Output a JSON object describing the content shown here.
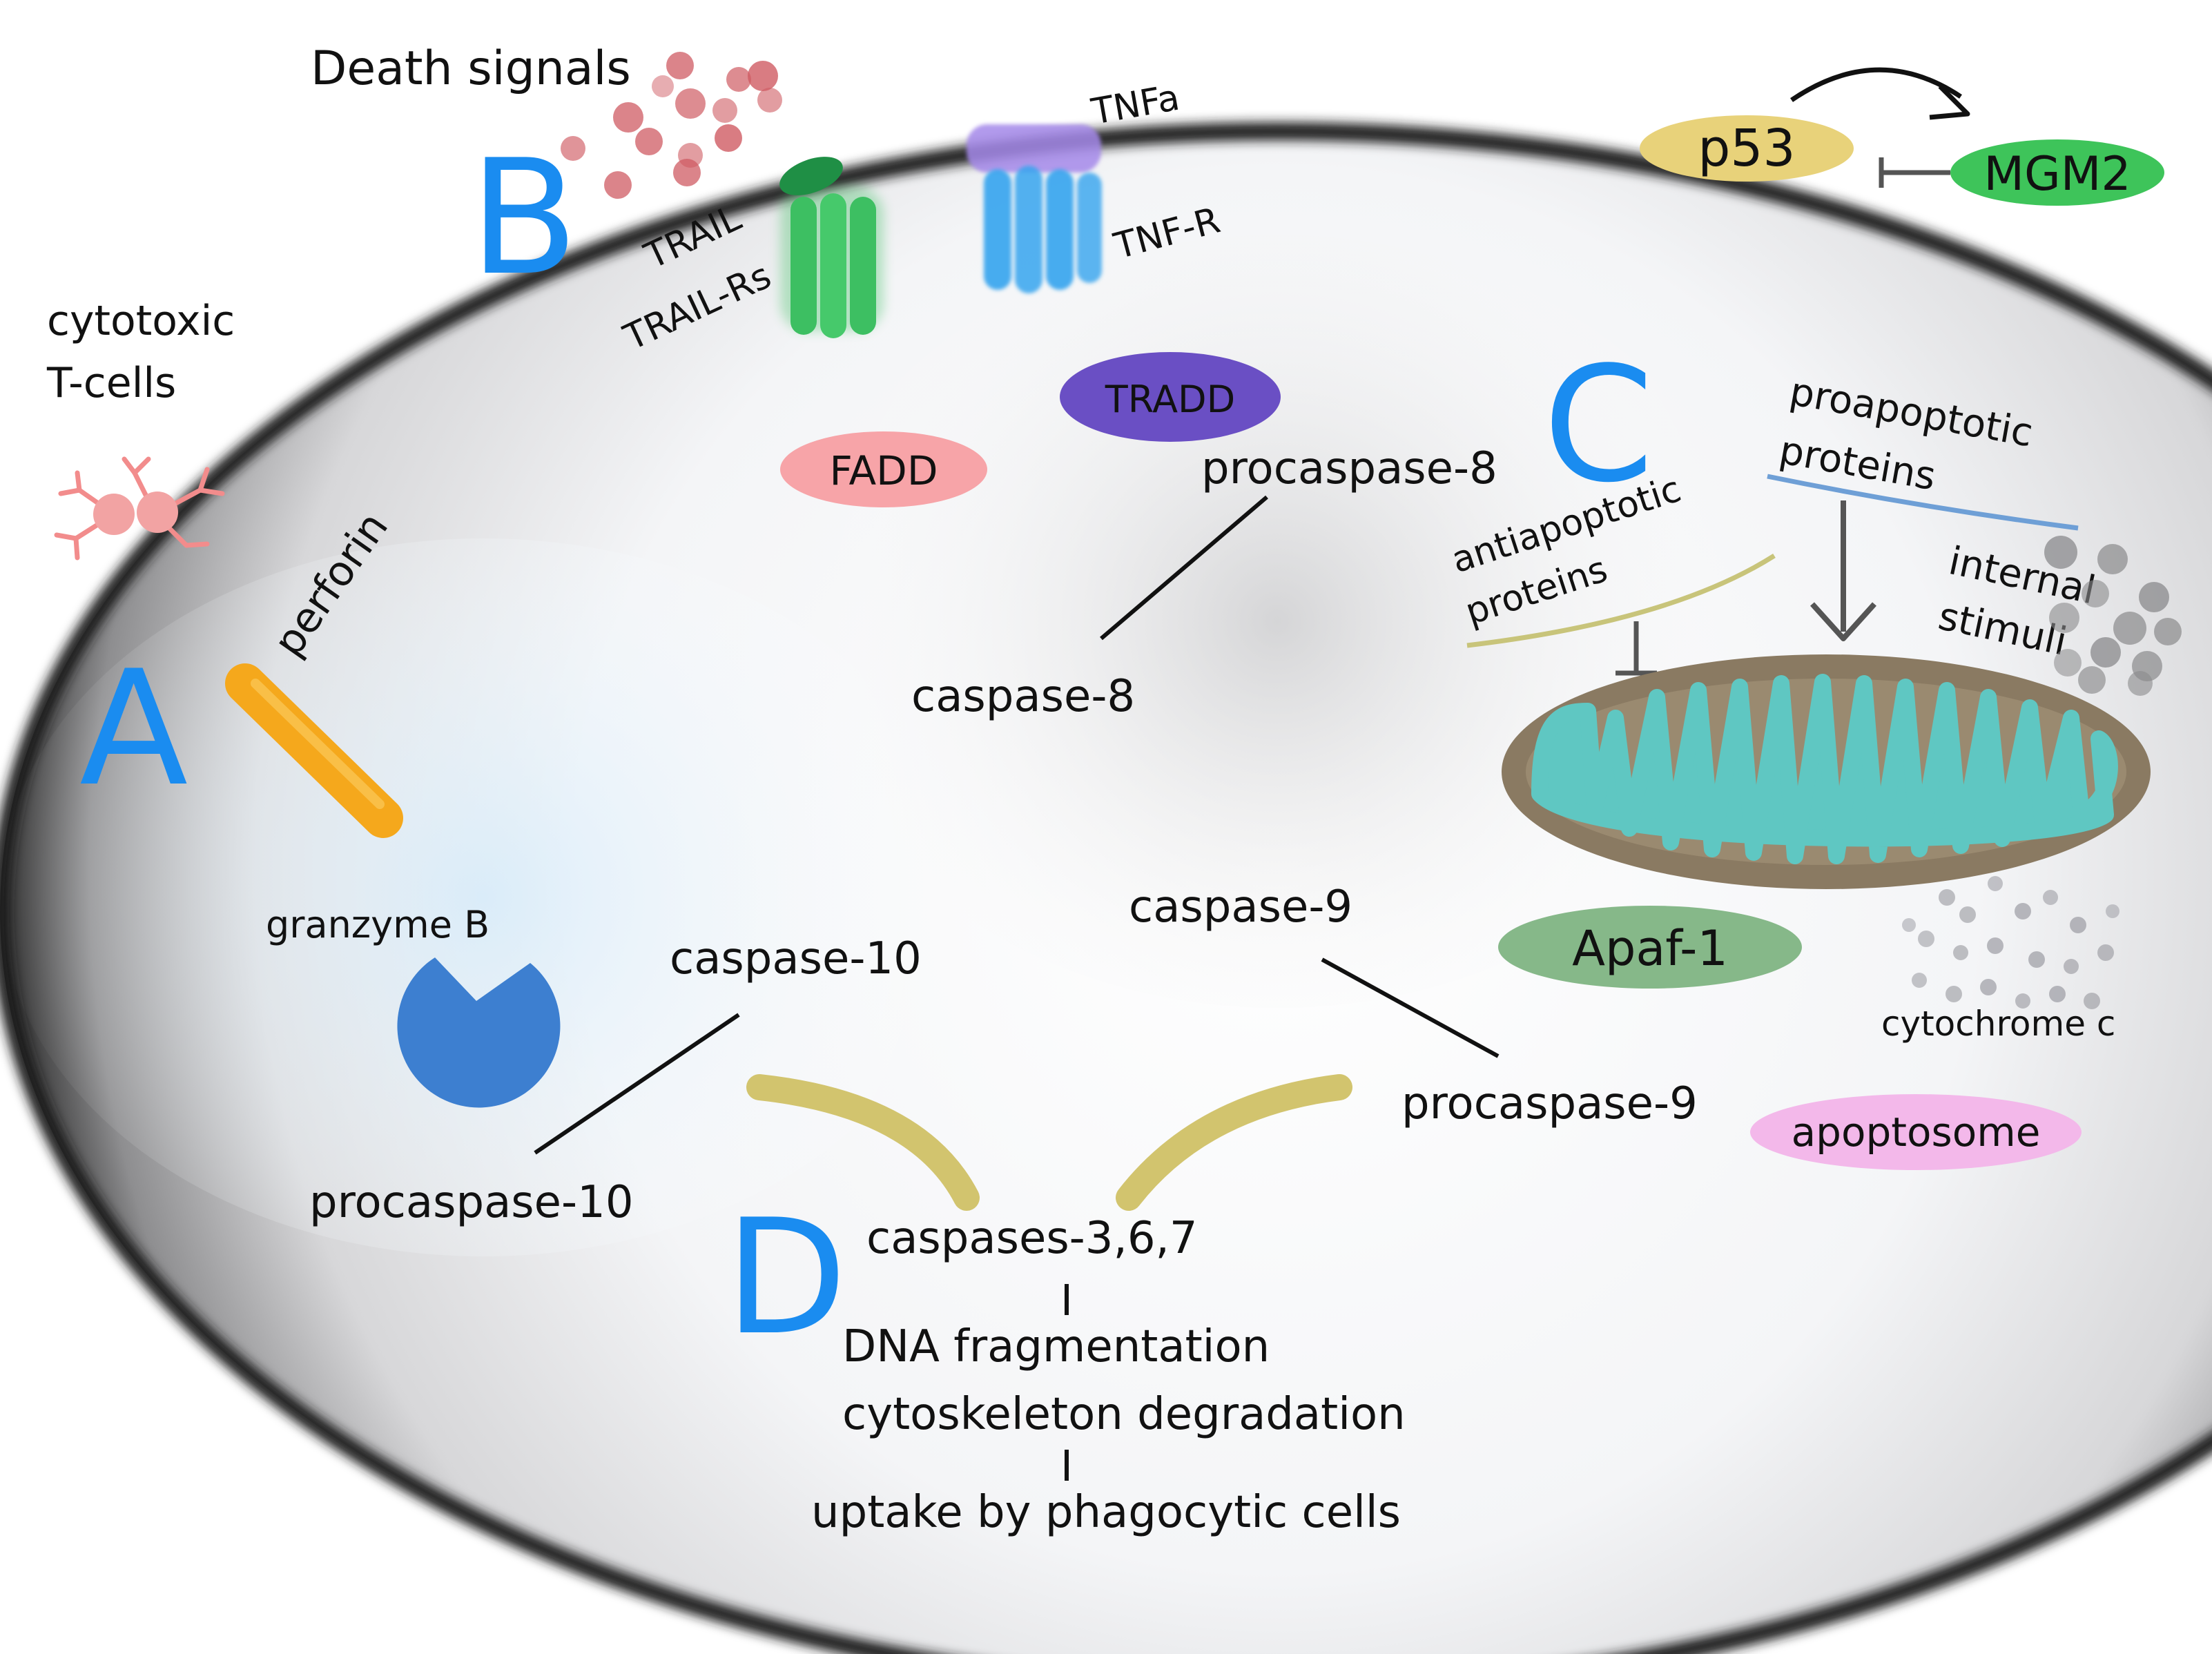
{
  "sections": {
    "a": "A",
    "b": "B",
    "c": "C",
    "d": "D"
  },
  "labels": {
    "death_signals": "Death signals",
    "cytotoxic": "cytotoxic",
    "t_cells": "T-cells",
    "perforin": "perforin",
    "granzyme_b": "granzyme B",
    "trail": "TRAIL",
    "trail_rs": "TRAIL-Rs",
    "tnfa": "TNFa",
    "tnf_r": "TNF-R",
    "tradd": "TRADD",
    "fadd": "FADD",
    "procaspase_8": "procaspase-8",
    "caspase_8": "caspase-8",
    "p53": "p53",
    "mgm2": "MGM2",
    "proapoptotic_1": "proapoptotic",
    "proapoptotic_2": "proteins",
    "antiapoptotic_1": "antiapoptotic",
    "antiapoptotic_2": "proteins",
    "internal_1": "internal",
    "internal_2": "stimuli",
    "apaf1": "Apaf-1",
    "cytochrome_c": "cytochrome  c",
    "apoptosome": "apoptosome",
    "caspase_9": "caspase-9",
    "procaspase_9": "procaspase-9",
    "caspase_10": "caspase-10",
    "procaspase_10": "procaspase-10",
    "caspases_367": "caspases-3,6,7",
    "dna_fragmentation": "DNA  fragmentation",
    "cytoskeleton_degradation": "cytoskeleton  degradation",
    "uptake": "uptake  by  phagocytic  cells"
  },
  "colors": {
    "letters": "#1a8cf0",
    "p53": "#e8d27a",
    "mgm2": "#3ec45a",
    "tradd": "#6a4fc4",
    "fadd": "#f7a4a8",
    "apaf1": "#86b889",
    "apoptosome": "#f3b8ea",
    "perforin": "#f5a81c",
    "granzyme": "#3d7fd0",
    "trail_receptor": "#3dbf62",
    "tnf_receptor": "#35a4ee",
    "tnfa": "#a488ea",
    "death_signal_dots": "#cf5b63",
    "mito_outer": "#8a7a62",
    "mito_inner": "#5fc7c2",
    "membrane_dark": "#2a2a2a",
    "bridge": "#d2c46e"
  }
}
